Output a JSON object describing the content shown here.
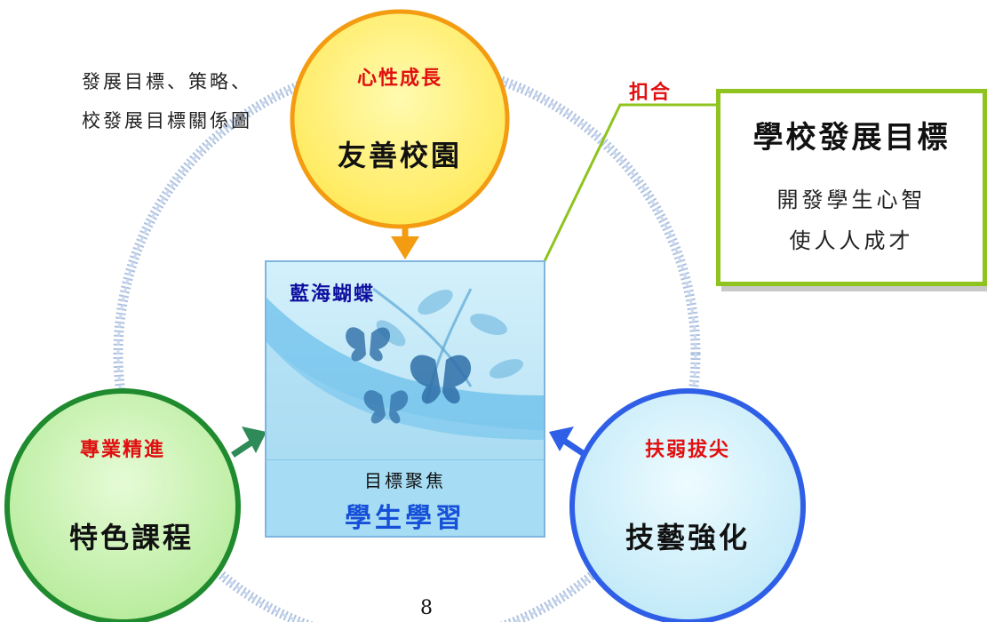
{
  "caption": {
    "line1": "發展目標、策略、",
    "line2": "校發展目標關係圖"
  },
  "top_circle": {
    "theme": "心性成長",
    "name": "友善校園",
    "color": "#f39c12",
    "fill": "#fff27a"
  },
  "left_circle": {
    "theme": "專業精進",
    "name": "特色課程",
    "color": "#1f8a2e",
    "fill": "#c9f2b3"
  },
  "right_circle": {
    "theme": "扶弱拔尖",
    "name": "技藝強化",
    "color": "#2e5fe6",
    "fill": "#cdeef9"
  },
  "center": {
    "title": "藍海蝴蝶",
    "focus": "目標聚焦",
    "label": "學生學習"
  },
  "tie": "扣合",
  "goal": {
    "title": "學校發展目標",
    "line1": "開發學生心智",
    "line2": "使人人成才",
    "border_color": "#8fc31f"
  },
  "page_number": "8"
}
